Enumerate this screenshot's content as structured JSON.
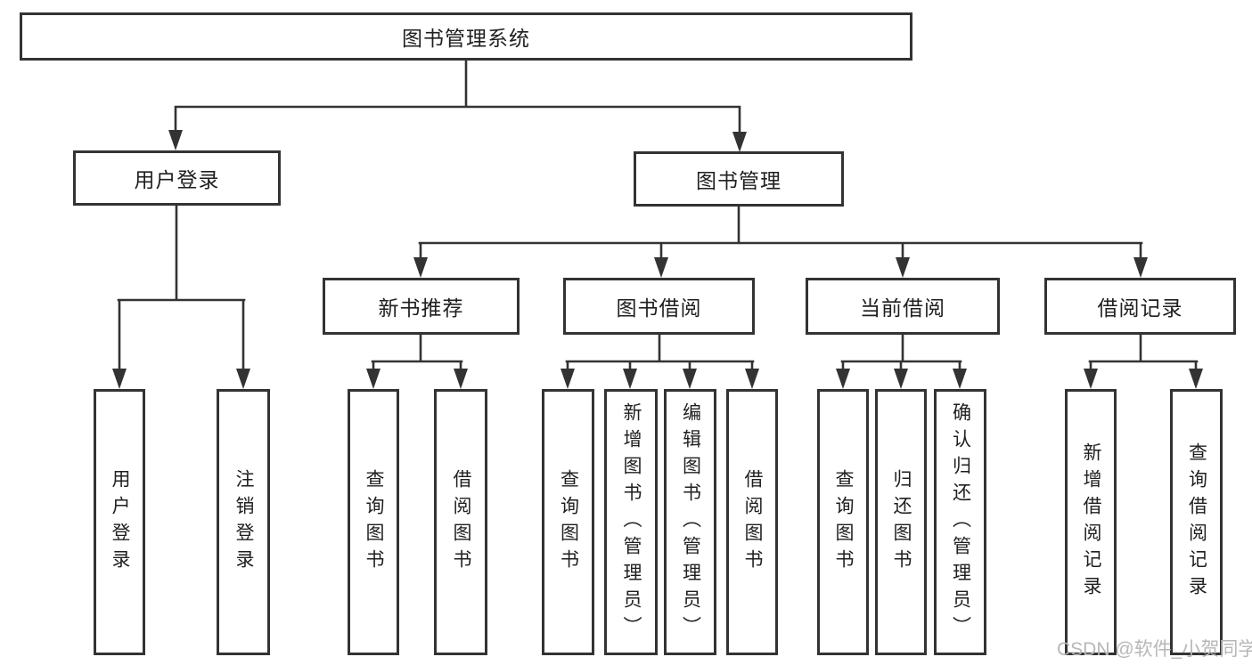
{
  "diagram": {
    "type": "hierarchy-tree",
    "colors": {
      "line": "#333333",
      "box_border": "#333333",
      "box_fill": "#ffffff",
      "text": "#1f1f1f",
      "watermark": "#b7b7b7",
      "background": "#ffffff"
    },
    "nodes": {
      "root": "图书管理系统",
      "login": "用户登录",
      "mgmt": "图书管理",
      "login_children": [
        "用户登录",
        "注销登录"
      ],
      "mgmt_children": [
        "新书推荐",
        "图书借阅",
        "当前借阅",
        "借阅记录"
      ],
      "recommend_children": [
        "查询图书",
        "借阅图书"
      ],
      "borrow_children": [
        "查询图书",
        "新增图书（管理员）",
        "编辑图书（管理员）",
        "借阅图书"
      ],
      "current_children": [
        "查询图书",
        "归还图书",
        "确认归还（管理员）"
      ],
      "record_children": [
        "新增借阅记录",
        "查询借阅记录"
      ]
    },
    "watermark": "CSDN @软件_小贺同学"
  }
}
